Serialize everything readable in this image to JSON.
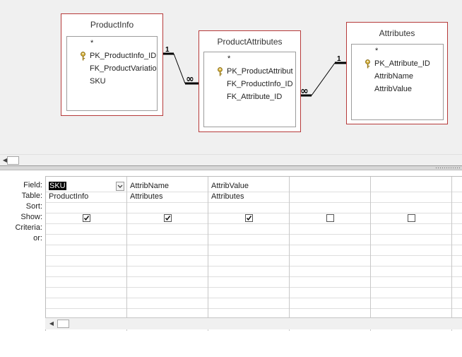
{
  "tables": [
    {
      "title": "ProductInfo",
      "fields": [
        {
          "name": "*",
          "key": false
        },
        {
          "name": "PK_ProductInfo_ID",
          "key": true
        },
        {
          "name": "FK_ProductVariatio",
          "key": false
        },
        {
          "name": "SKU",
          "key": false
        }
      ]
    },
    {
      "title": "ProductAttributes",
      "fields": [
        {
          "name": "*",
          "key": false
        },
        {
          "name": "PK_ProductAttribut",
          "key": true
        },
        {
          "name": "FK_ProductInfo_ID",
          "key": false
        },
        {
          "name": "FK_Attribute_ID",
          "key": false
        }
      ]
    },
    {
      "title": "Attributes",
      "fields": [
        {
          "name": "*",
          "key": false
        },
        {
          "name": "PK_Attribute_ID",
          "key": true
        },
        {
          "name": "AttribName",
          "key": false
        },
        {
          "name": "AttribValue",
          "key": false
        }
      ]
    }
  ],
  "relationships": [
    {
      "one": "1",
      "many": "∞"
    },
    {
      "one": "1",
      "many": "∞"
    }
  ],
  "grid": {
    "row_labels": [
      "Field:",
      "Table:",
      "Sort:",
      "Show:",
      "Criteria:",
      "or:"
    ],
    "columns": [
      {
        "field": "SKU",
        "table": "ProductInfo",
        "show": true
      },
      {
        "field": "AttribName",
        "table": "Attributes",
        "show": true
      },
      {
        "field": "AttribValue",
        "table": "Attributes",
        "show": true
      },
      {
        "field": "",
        "table": "",
        "show": false
      },
      {
        "field": "",
        "table": "",
        "show": false
      }
    ]
  },
  "colors": {
    "table_border": "#b63a3a",
    "key_icon": "#c9a227",
    "selected_cell_bg": "#000000"
  },
  "icons": {
    "key": "key-icon",
    "dropdown": "chevron-down-icon",
    "scroll_left": "scroll-left-arrow-icon",
    "check": "checkmark-icon"
  }
}
